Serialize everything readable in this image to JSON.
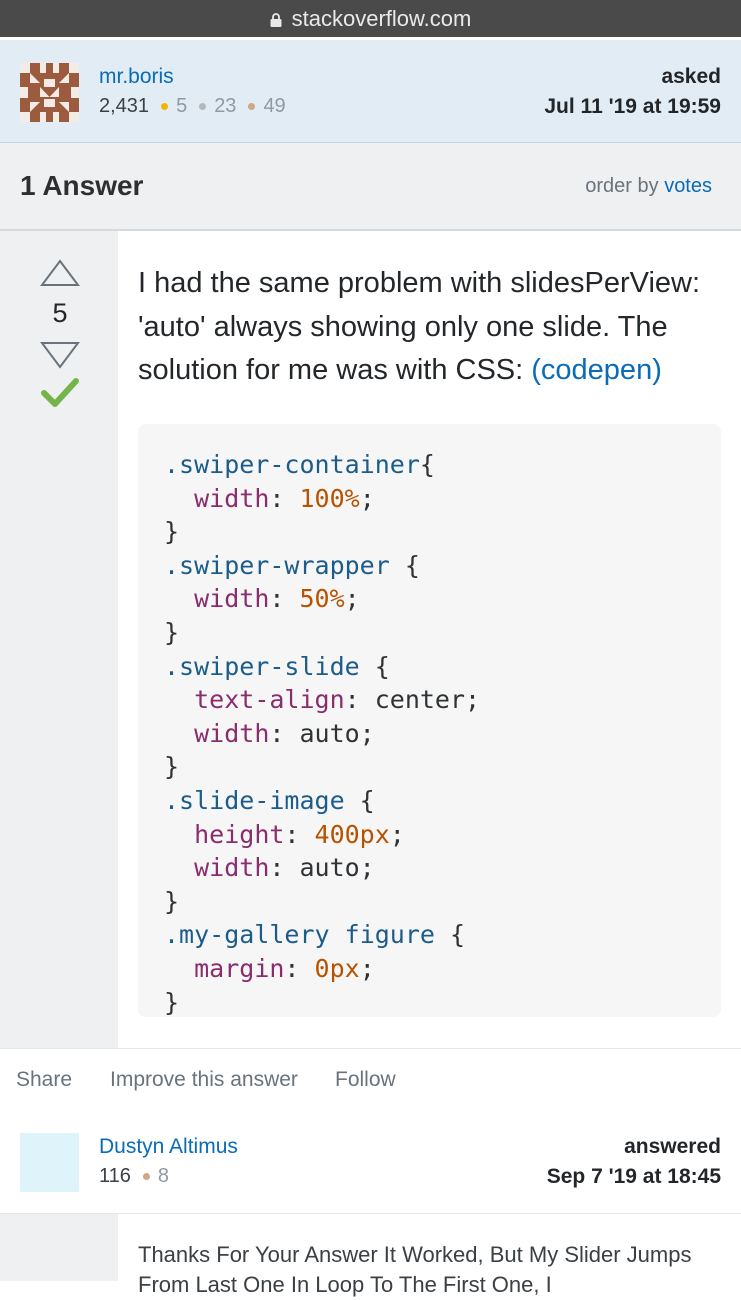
{
  "browser": {
    "url": "stackoverflow.com",
    "lock_icon": "lock-icon"
  },
  "question_owner": {
    "name": "mr.boris",
    "reputation": "2,431",
    "badges": [
      {
        "type": "gold",
        "color": "#f1b600",
        "count": "5"
      },
      {
        "type": "silver",
        "color": "#b4b8bc",
        "count": "23"
      },
      {
        "type": "bronze",
        "color": "#d1a684",
        "count": "49"
      }
    ],
    "action_label": "asked",
    "action_date": "Jul 11 '19 at 19:59"
  },
  "answers_header": {
    "title": "1 Answer",
    "order_prefix": "order by",
    "order_value": "votes"
  },
  "answer": {
    "votes": "5",
    "accepted": true,
    "body_text": "I had the same problem with slidesPerView: 'auto' always showing only one slide. The solution for me was with CSS:",
    "link_text": "(codepen)",
    "code_lines": [
      [
        {
          "t": ".swiper-container",
          "c": "sel"
        },
        {
          "t": "{",
          "c": ""
        }
      ],
      [
        {
          "t": "  ",
          "c": ""
        },
        {
          "t": "width",
          "c": "prop"
        },
        {
          "t": ": ",
          "c": ""
        },
        {
          "t": "100%",
          "c": "num"
        },
        {
          "t": ";",
          "c": ""
        }
      ],
      [
        {
          "t": "}",
          "c": ""
        }
      ],
      [
        {
          "t": ".swiper-wrapper",
          "c": "sel"
        },
        {
          "t": " {",
          "c": ""
        }
      ],
      [
        {
          "t": "  ",
          "c": ""
        },
        {
          "t": "width",
          "c": "prop"
        },
        {
          "t": ": ",
          "c": ""
        },
        {
          "t": "50%",
          "c": "num"
        },
        {
          "t": ";",
          "c": ""
        }
      ],
      [
        {
          "t": "}",
          "c": ""
        }
      ],
      [
        {
          "t": ".swiper-slide",
          "c": "sel"
        },
        {
          "t": " {",
          "c": ""
        }
      ],
      [
        {
          "t": "  ",
          "c": ""
        },
        {
          "t": "text-align",
          "c": "prop"
        },
        {
          "t": ": center;",
          "c": ""
        }
      ],
      [
        {
          "t": "  ",
          "c": ""
        },
        {
          "t": "width",
          "c": "prop"
        },
        {
          "t": ": auto;",
          "c": ""
        }
      ],
      [
        {
          "t": "}",
          "c": ""
        }
      ],
      [
        {
          "t": ".slide-image",
          "c": "sel"
        },
        {
          "t": " {",
          "c": ""
        }
      ],
      [
        {
          "t": "  ",
          "c": ""
        },
        {
          "t": "height",
          "c": "prop"
        },
        {
          "t": ": ",
          "c": ""
        },
        {
          "t": "400px",
          "c": "num"
        },
        {
          "t": ";",
          "c": ""
        }
      ],
      [
        {
          "t": "  ",
          "c": ""
        },
        {
          "t": "width",
          "c": "prop"
        },
        {
          "t": ": auto;",
          "c": ""
        }
      ],
      [
        {
          "t": "}",
          "c": ""
        }
      ],
      [
        {
          "t": ".my-gallery",
          "c": "sel"
        },
        {
          "t": " ",
          "c": ""
        },
        {
          "t": "figure",
          "c": "sel"
        },
        {
          "t": " {",
          "c": ""
        }
      ],
      [
        {
          "t": "  ",
          "c": ""
        },
        {
          "t": "margin",
          "c": "prop"
        },
        {
          "t": ": ",
          "c": ""
        },
        {
          "t": "0px",
          "c": "num"
        },
        {
          "t": ";",
          "c": ""
        }
      ],
      [
        {
          "t": "}",
          "c": ""
        }
      ]
    ]
  },
  "post_actions": {
    "share": "Share",
    "improve": "Improve this answer",
    "follow": "Follow"
  },
  "answer_owner": {
    "name": "Dustyn Altimus",
    "reputation": "116",
    "badges": [
      {
        "type": "bronze",
        "color": "#d1a684",
        "count": "8"
      }
    ],
    "action_label": "answered",
    "action_date": "Sep 7 '19 at 18:45"
  },
  "comment": {
    "text": "Thanks For Your Answer It Worked, But My Slider Jumps From Last One In Loop To The First One, I"
  }
}
